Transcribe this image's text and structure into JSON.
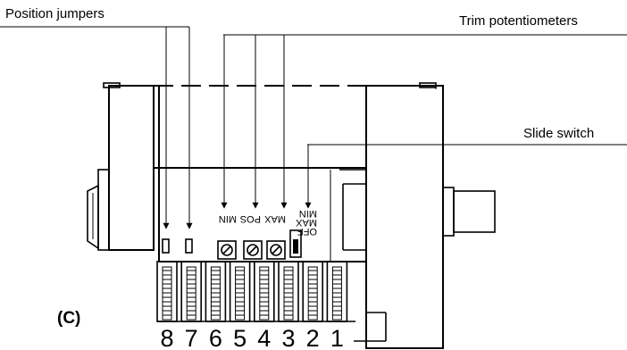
{
  "callouts": {
    "position_jumpers": "Position jumpers",
    "trim_potentiometers": "Trim potentiometers",
    "slide_switch": "Slide switch"
  },
  "panel_letter": "(C)",
  "pot_markings": {
    "min": "MIN",
    "pos": "POS",
    "max": "MAX"
  },
  "switch_markings": {
    "off": "OFF",
    "max": "MAX",
    "min": "MIN"
  },
  "terminals": [
    "8",
    "7",
    "6",
    "5",
    "4",
    "3",
    "2",
    "1"
  ]
}
